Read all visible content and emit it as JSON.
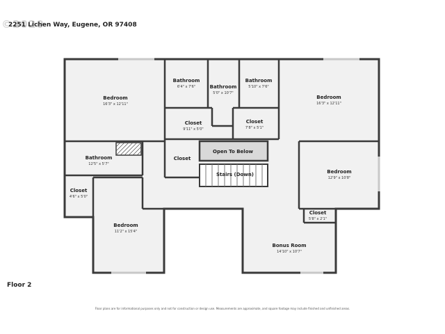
{
  "header": {
    "watermark": "©2020",
    "address": "2251 Lichen Way, Eugene, OR 97408"
  },
  "floor_label": "Floor 2",
  "disclaimer": "Floor plans are for informational purposes only and not for construction or design use. Measurements are approximate, and square footage may include finished and unfinished areas.",
  "rooms": {
    "bedroom_nw": {
      "name": "Bedroom",
      "dims": "16'3\" x 12'11\""
    },
    "bath_1": {
      "name": "Bathroom",
      "dims": "6'4\" x 7'6\""
    },
    "bath_2": {
      "name": "Bathroom",
      "dims": "5'0\" x 10'7\""
    },
    "bath_3": {
      "name": "Bathroom",
      "dims": "5'10\" x 7'6\""
    },
    "bedroom_ne": {
      "name": "Bedroom",
      "dims": "16'3\" x 12'11\""
    },
    "closet_1": {
      "name": "Closet",
      "dims": "9'11\" x 5'0\""
    },
    "closet_2": {
      "name": "Closet",
      "dims": "7'8\" x 5'1\""
    },
    "bath_4": {
      "name": "Bathroom",
      "dims": "12'5\" x 5'7\""
    },
    "closet_3": {
      "name": "Closet",
      "dims": ""
    },
    "open_below": {
      "name": "Open To Below",
      "dims": ""
    },
    "stairs": {
      "name": "Stairs (Down)",
      "dims": ""
    },
    "bedroom_e": {
      "name": "Bedroom",
      "dims": "12'9\" x 10'8\""
    },
    "closet_4": {
      "name": "Closet",
      "dims": "4'6\" x 5'0\""
    },
    "bedroom_sw": {
      "name": "Bedroom",
      "dims": "11'2\" x 15'4\""
    },
    "closet_5": {
      "name": "Closet",
      "dims": "5'8\" x 2'1\""
    },
    "bonus": {
      "name": "Bonus Room",
      "dims": "14'10\" x 10'7\""
    }
  },
  "colors": {
    "wall": "#3a3a3a",
    "room_fill": "#f1f1f1",
    "open_fill": "#d9d9d9"
  }
}
